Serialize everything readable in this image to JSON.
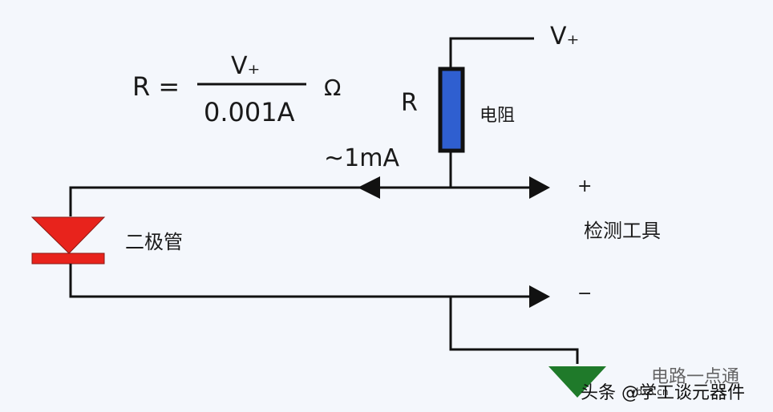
{
  "formula": {
    "lhs": "R =",
    "numerator": "V₊",
    "denominator": "0.001A",
    "unit": "Ω"
  },
  "labels": {
    "resistor_symbol": "R",
    "resistor": "电阻",
    "current": "~1mA",
    "supply": "V₊",
    "plus_terminal": "+",
    "minus_terminal": "−",
    "tool": "检测工具",
    "diode": "二极管"
  },
  "watermark": {
    "line1": "电路一点通",
    "line2": "头条 @学工谈元器件",
    "small": "ybx8.cn"
  },
  "colors": {
    "background": "#f4f7fc",
    "wire": "#111111",
    "resistor_fill": "#2f5fd0",
    "diode_fill": "#e8231c",
    "ground_fill": "#1f7a2a"
  }
}
